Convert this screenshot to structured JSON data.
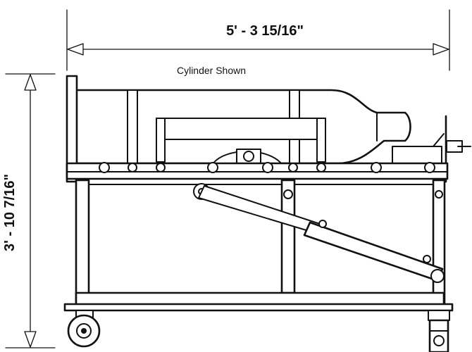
{
  "drawing": {
    "width_dimension": "5' - 3 15/16\"",
    "height_dimension": "3' - 10 7/16\"",
    "note": "Cylinder Shown"
  }
}
